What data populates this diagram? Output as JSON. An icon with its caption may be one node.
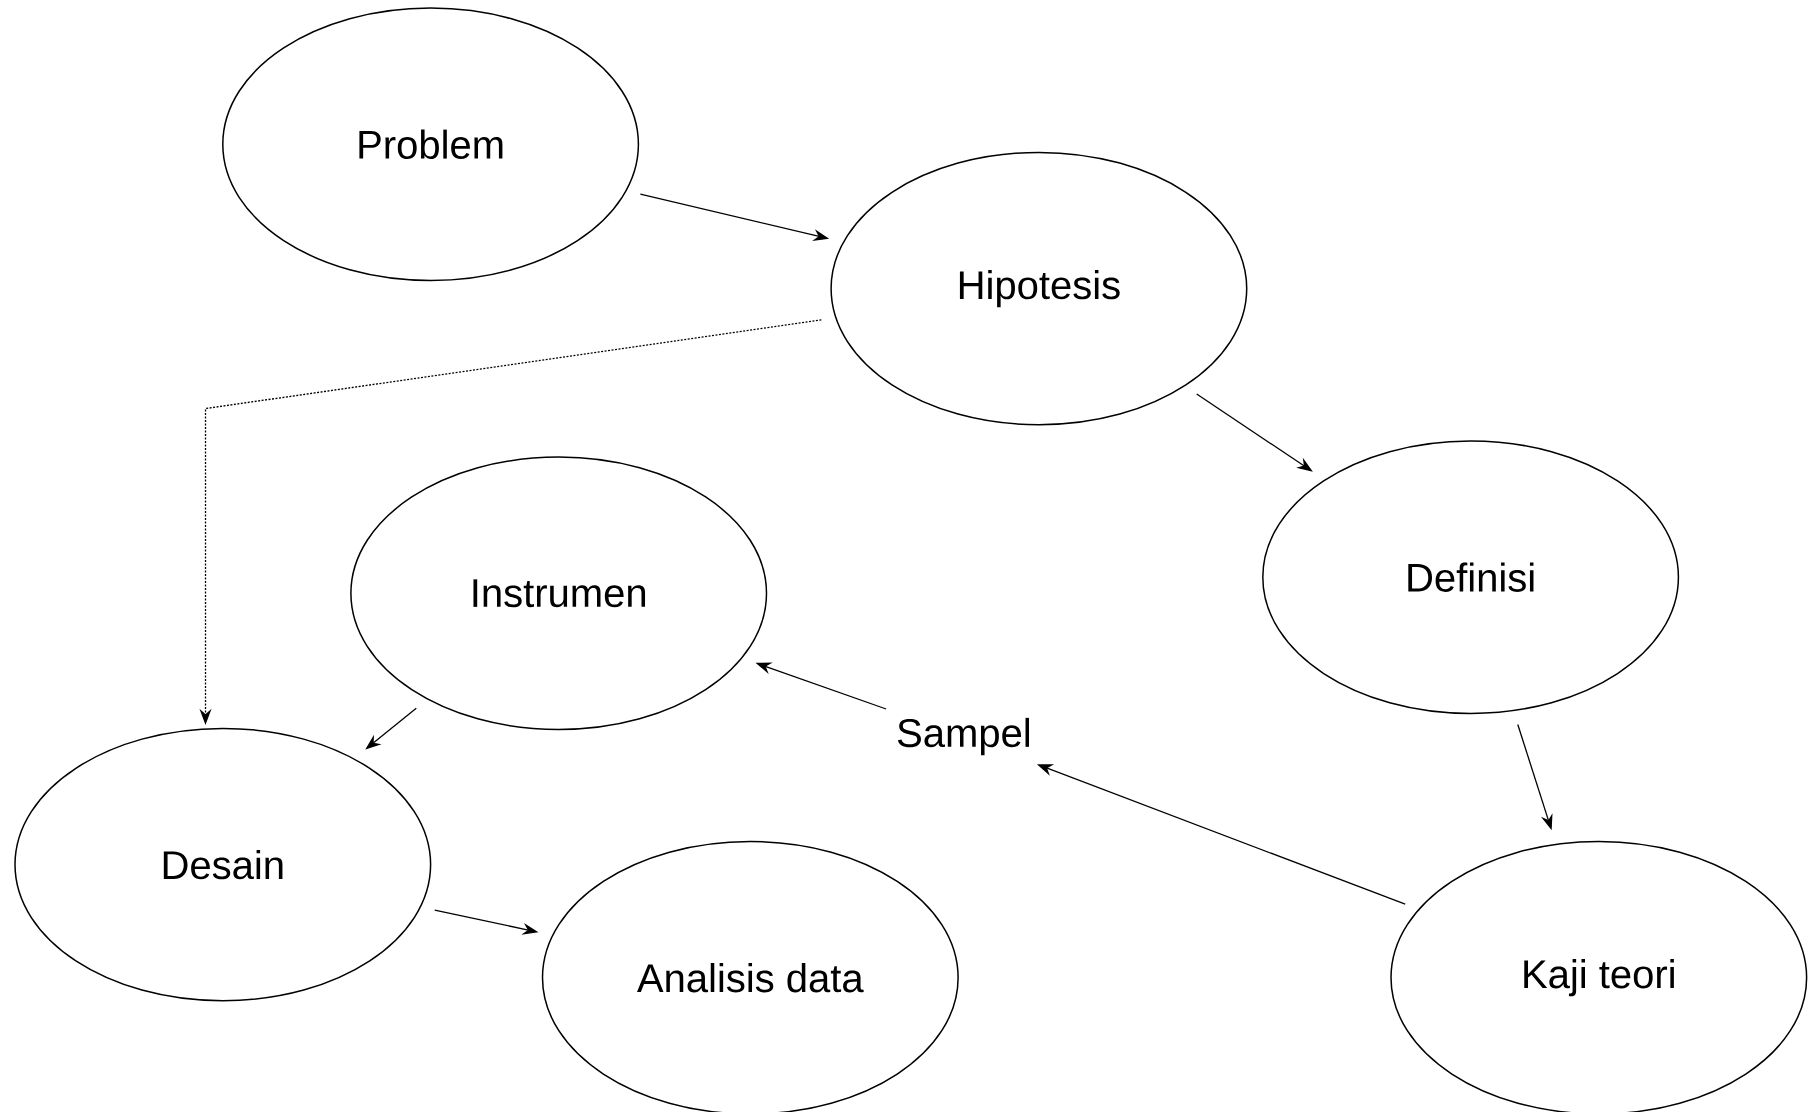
{
  "diagram": {
    "nodes": [
      {
        "text": [
          "Problem"
        ]
      },
      {
        "text": [
          "Hipotesis"
        ]
      },
      {
        "text": [
          "Definisi"
        ]
      },
      {
        "text": [
          "Kaji teori"
        ]
      },
      {
        "text": [
          "Sampel"
        ]
      },
      {
        "text": [
          "Instrumen"
        ]
      },
      {
        "text": [
          "Desain"
        ]
      },
      {
        "text": [
          "Analisis data"
        ]
      }
    ],
    "edges": [
      {
        "from": 0,
        "to": 1,
        "arrow": "to"
      },
      {
        "from": 1,
        "to": 2,
        "arrow": "to"
      },
      {
        "from": 2,
        "to": 3,
        "arrow": "to"
      },
      {
        "from": 3,
        "to": 4,
        "arrow": "to"
      },
      {
        "from": 4,
        "to": 5,
        "arrow": "to"
      },
      {
        "from": 5,
        "to": 6,
        "arrow": "to"
      },
      {
        "from": 6,
        "to": 7,
        "arrow": "to"
      },
      {
        "from": 1,
        "to": 6,
        "arrow": "to",
        "style": "dashed"
      }
    ]
  }
}
